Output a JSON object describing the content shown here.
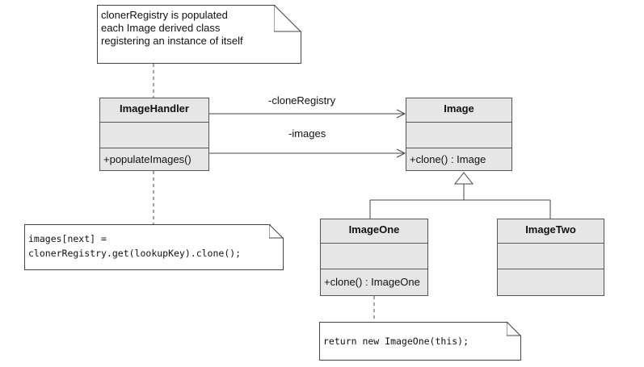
{
  "notes": {
    "registry_note": "clonerRegistry is populated\neach Image derived class\nregistering an instance of itself",
    "handler_code": "images[next] =\nclonerRegistry.get(lookupKey).clone();",
    "imageone_code": "return new ImageOne(this);"
  },
  "classes": {
    "image_handler": {
      "name": "ImageHandler",
      "operation": "+populateImages()"
    },
    "image": {
      "name": "Image",
      "operation": "+clone() : Image"
    },
    "image_one": {
      "name": "ImageOne",
      "operation": "+clone() : ImageOne"
    },
    "image_two": {
      "name": "ImageTwo",
      "operation": ""
    }
  },
  "associations": {
    "clone_registry": "-cloneRegistry",
    "images": "-images"
  },
  "colors": {
    "class_fill": "#e6e6e6",
    "line": "#444444"
  }
}
